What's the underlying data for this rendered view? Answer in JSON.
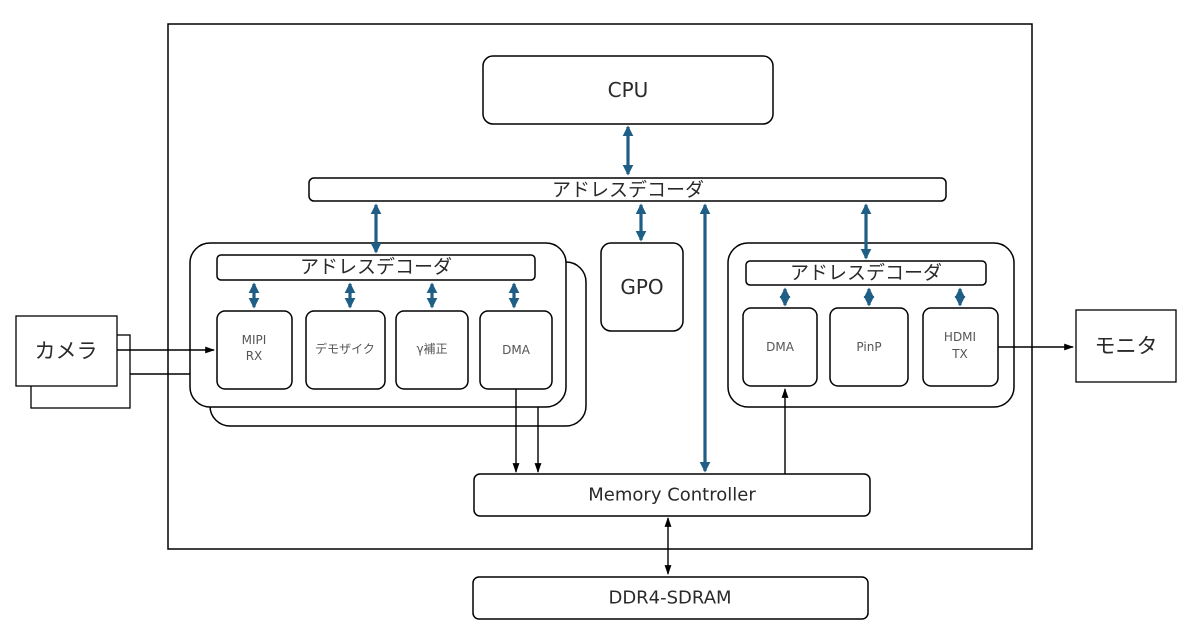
{
  "colors": {
    "bus_arrow": "#1f5f86",
    "line": "#000000",
    "box_fill": "#ffffff"
  },
  "blocks": {
    "cpu": "CPU",
    "top_decoder": "アドレスデコーダ",
    "left_decoder": "アドレスデコーダ",
    "right_decoder": "アドレスデコーダ",
    "gpo": "GPO",
    "mipi_rx": [
      "MIPI",
      "RX"
    ],
    "demosaic": "デモザイク",
    "gamma": "γ補正",
    "dma_left": "DMA",
    "dma_right": "DMA",
    "pinp": "PinP",
    "hdmi_tx": [
      "HDMI",
      "TX"
    ],
    "memory_controller": "Memory Controller",
    "ddr": "DDR4-SDRAM",
    "camera": "カメラ",
    "monitor": "モニタ"
  }
}
